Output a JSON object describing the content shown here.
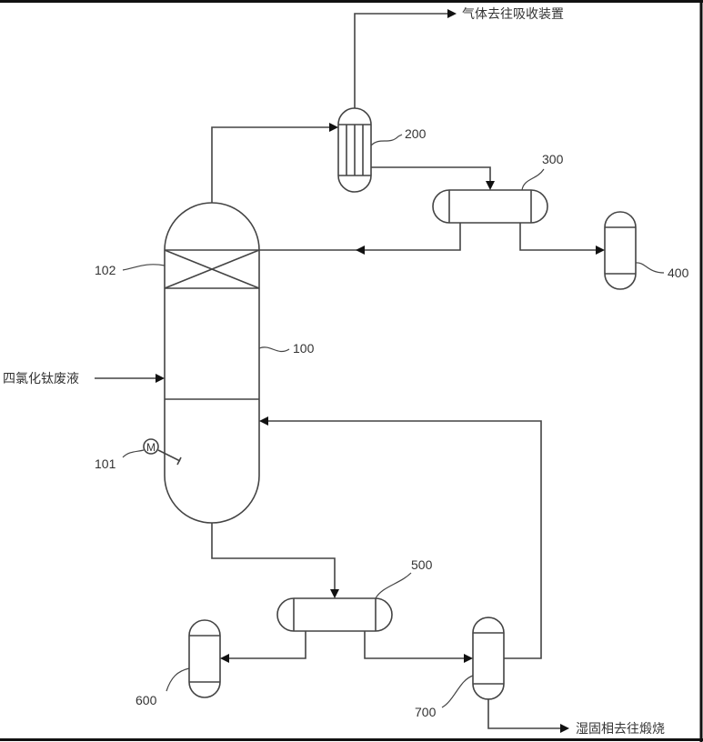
{
  "diagram": {
    "type": "process flow diagram",
    "streams": {
      "gas_out": "气体去往吸收装置",
      "feed_in": "四氯化钛废液",
      "solid_out": "湿固相去往煅烧"
    },
    "units": {
      "column": {
        "id": "100",
        "label": "100"
      },
      "agitator": {
        "id": "101",
        "label": "101",
        "symbol": "M"
      },
      "packing": {
        "id": "102",
        "label": "102"
      },
      "condenser": {
        "id": "200",
        "label": "200"
      },
      "reflux_drum": {
        "id": "300",
        "label": "300"
      },
      "tank_400": {
        "id": "400",
        "label": "400"
      },
      "drum_500": {
        "id": "500",
        "label": "500"
      },
      "tank_600": {
        "id": "600",
        "label": "600"
      },
      "separator_700": {
        "id": "700",
        "label": "700"
      }
    },
    "colors": {
      "line": "#444444",
      "arrow": "#111111",
      "text": "#333333",
      "background": "#ffffff"
    }
  }
}
